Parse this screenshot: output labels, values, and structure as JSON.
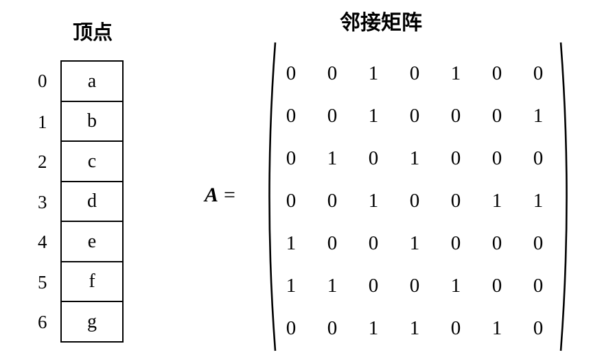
{
  "vertex_table": {
    "title": "顶点",
    "rows": [
      {
        "index": "0",
        "label": "a"
      },
      {
        "index": "1",
        "label": "b"
      },
      {
        "index": "2",
        "label": "c"
      },
      {
        "index": "3",
        "label": "d"
      },
      {
        "index": "4",
        "label": "e"
      },
      {
        "index": "5",
        "label": "f"
      },
      {
        "index": "6",
        "label": "g"
      }
    ]
  },
  "adjacency": {
    "title": "邻接矩阵",
    "variable": "A",
    "equals": "=",
    "matrix": [
      [
        0,
        0,
        1,
        0,
        1,
        0,
        0
      ],
      [
        0,
        0,
        1,
        0,
        0,
        0,
        1
      ],
      [
        0,
        1,
        0,
        1,
        0,
        0,
        0
      ],
      [
        0,
        0,
        1,
        0,
        0,
        1,
        1
      ],
      [
        1,
        0,
        0,
        1,
        0,
        0,
        0
      ],
      [
        1,
        1,
        0,
        0,
        1,
        0,
        0
      ],
      [
        0,
        0,
        1,
        1,
        0,
        1,
        0
      ]
    ]
  }
}
